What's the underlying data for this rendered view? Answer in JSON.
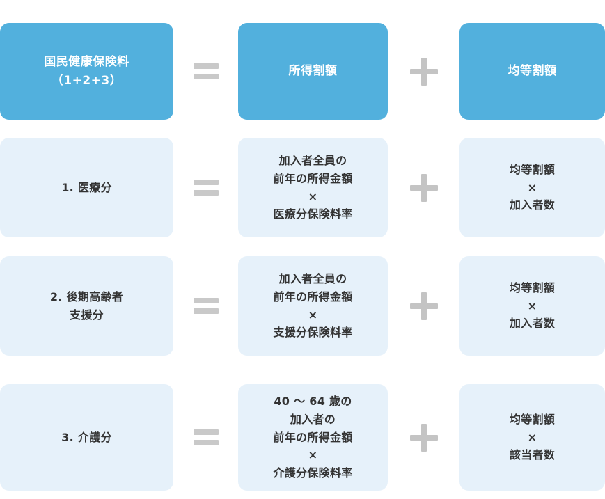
{
  "diagram": {
    "title_clipped_fragment": "",
    "colors": {
      "header_box": "#52b0dd",
      "body_box": "#e6f1fa",
      "header_text": "#ffffff",
      "body_text": "#333333",
      "operator": "#c9c9c9",
      "background": "#ffffff"
    },
    "operators": {
      "equals": "=",
      "plus": "+"
    },
    "rows": [
      {
        "kind": "header",
        "term": "国民健康保険料\n（1+2+3）",
        "term_lines": [
          "国民健康保険料",
          "（1+2+3）"
        ],
        "income_part": "所得割額",
        "income_part_lines": [
          "所得割額"
        ],
        "equal_part": "均等割額",
        "equal_part_lines": [
          "均等割額"
        ]
      },
      {
        "kind": "body",
        "term": "1. 医療分",
        "term_lines": [
          "1. 医療分"
        ],
        "income_part": "加入者全員の\n前年の所得金額\n×\n医療分保険料率",
        "income_part_lines": [
          "加入者全員の",
          "前年の所得金額",
          "×",
          "医療分保険料率"
        ],
        "equal_part": "均等割額\n×\n加入者数",
        "equal_part_lines": [
          "均等割額",
          "×",
          "加入者数"
        ]
      },
      {
        "kind": "body",
        "term": "2. 後期高齢者\n支援分",
        "term_lines": [
          "2. 後期高齢者",
          "支援分"
        ],
        "income_part": "加入者全員の\n前年の所得金額\n×\n支援分保険料率",
        "income_part_lines": [
          "加入者全員の",
          "前年の所得金額",
          "×",
          "支援分保険料率"
        ],
        "equal_part": "均等割額\n×\n加入者数",
        "equal_part_lines": [
          "均等割額",
          "×",
          "加入者数"
        ]
      },
      {
        "kind": "body",
        "term": "3. 介護分",
        "term_lines": [
          "3. 介護分"
        ],
        "income_part": "40 ～ 64 歳の\n加入者の\n前年の所得金額\n×\n介護分保険料率",
        "income_part_lines": [
          "40 ～ 64 歳の",
          "加入者の",
          "前年の所得金額",
          "×",
          "介護分保険料率"
        ],
        "equal_part": "均等割額\n×\n該当者数",
        "equal_part_lines": [
          "均等割額",
          "×",
          "該当者数"
        ]
      }
    ]
  }
}
